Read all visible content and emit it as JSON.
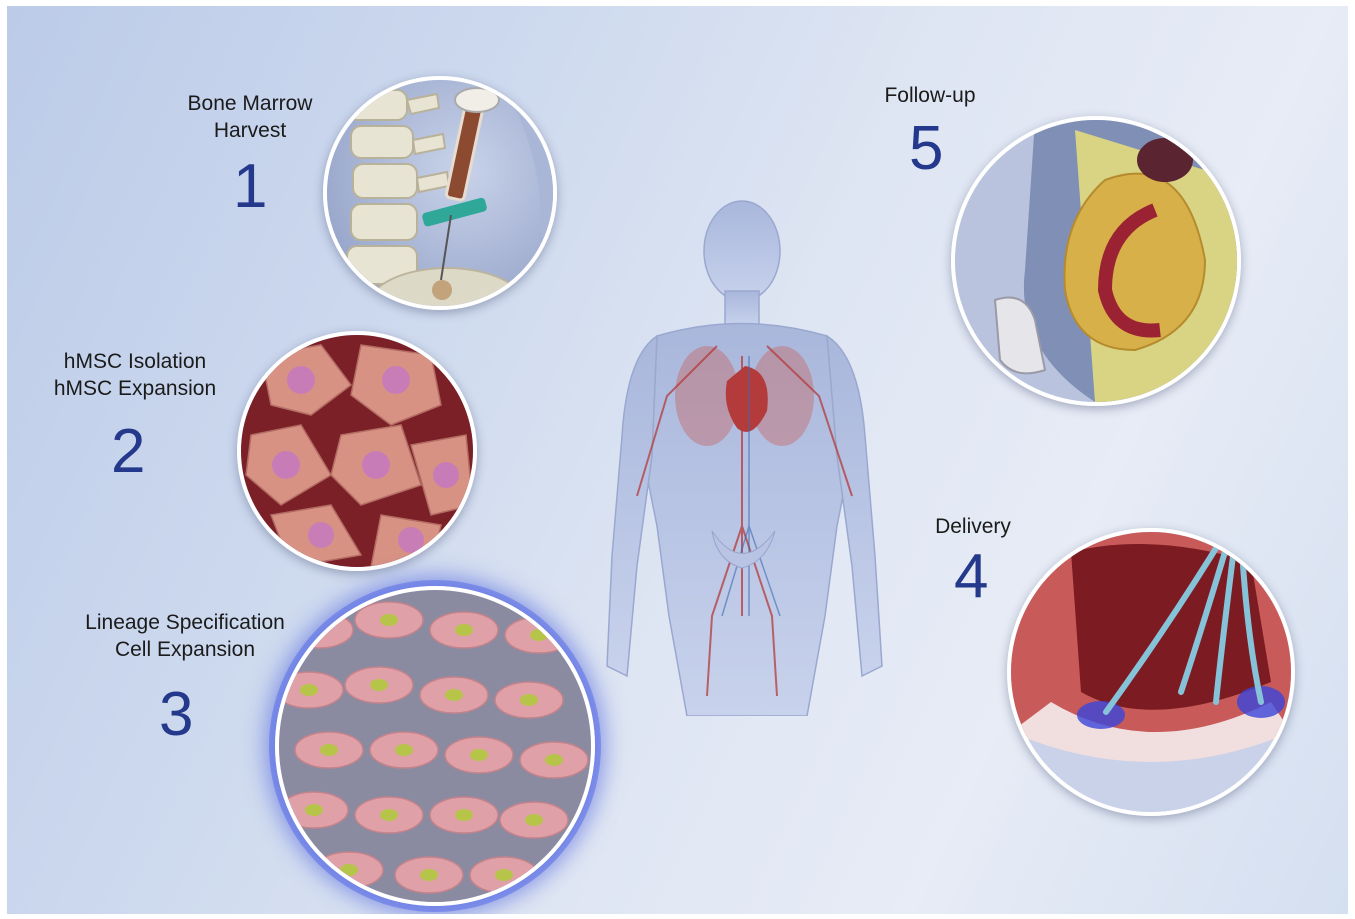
{
  "steps": [
    {
      "number": "1",
      "label_line1": "Bone Marrow",
      "label_line2": "Harvest",
      "icon": "bone-marrow-harvest-illustration"
    },
    {
      "number": "2",
      "label_line1": "hMSC Isolation",
      "label_line2": "hMSC Expansion",
      "icon": "msc-cells-illustration"
    },
    {
      "number": "3",
      "label_line1": "Lineage Specification",
      "label_line2": "Cell Expansion",
      "icon": "cardiac-cells-illustration"
    },
    {
      "number": "4",
      "label_line1": "Delivery",
      "label_line2": "",
      "icon": "catheter-delivery-illustration"
    },
    {
      "number": "5",
      "label_line1": "Follow-up",
      "label_line2": "",
      "icon": "heart-ultrasound-illustration"
    }
  ],
  "center_figure": {
    "icon": "human-body-anatomy-illustration"
  },
  "colors": {
    "number": "#25398c",
    "background": "#cdd9ee",
    "highlight_glow": "#5a6ee6"
  }
}
